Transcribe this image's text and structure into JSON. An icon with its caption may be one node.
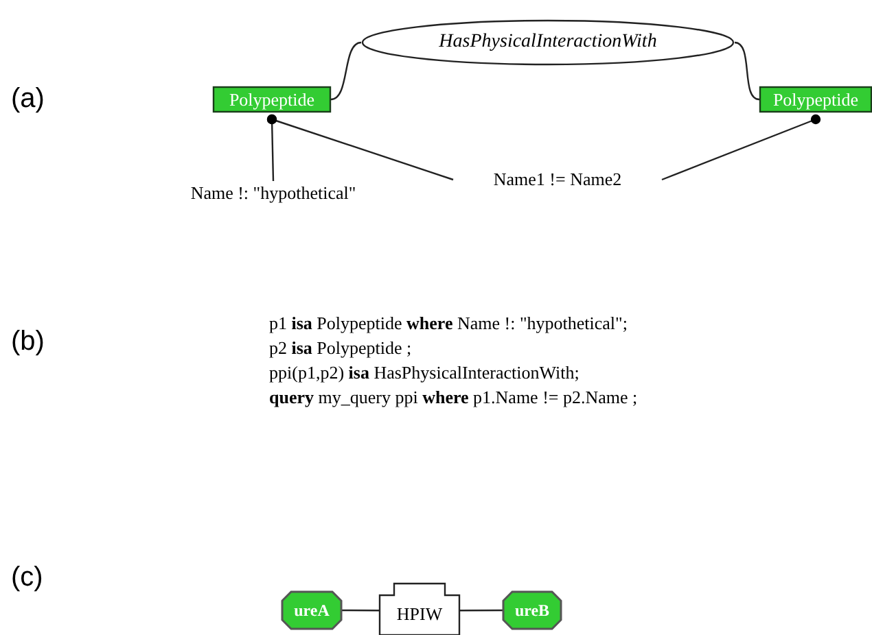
{
  "diagram": {
    "nodes": [
      {
        "text": [
          "Polypeptide"
        ]
      },
      {
        "text": [
          "HasPhysicalInteractionWith"
        ]
      },
      {
        "text": [
          "Polypeptide"
        ]
      },
      {
        "text": [
          "Name !: \"hypothetical\""
        ]
      },
      {
        "text": [
          "Name1  != Name2"
        ]
      },
      {
        "text": [
          "ureA"
        ]
      },
      {
        "text": [
          "HPIW"
        ]
      },
      {
        "text": [
          "ureB"
        ]
      }
    ],
    "edges": [
      {
        "from": 0,
        "to": 1,
        "arrow": "none"
      },
      {
        "from": 1,
        "to": 2,
        "arrow": "none"
      },
      {
        "from": 0,
        "to": 3,
        "arrow": "other"
      },
      {
        "from": 0,
        "to": 4,
        "arrow": "other"
      },
      {
        "from": 2,
        "to": 4,
        "arrow": "other"
      },
      {
        "from": 5,
        "to": 6,
        "arrow": "none"
      },
      {
        "from": 6,
        "to": 7,
        "arrow": "none"
      }
    ],
    "labels": [
      "(a)",
      "(b)",
      "p1 **isa** Polypeptide **where** Name !: \"hypothetical\";",
      "p2 **isa** Polypeptide ;",
      "ppi(p1,p2) **isa** HasPhysicalInteractionWith;",
      "**query** my_query ppi **where**  p1.Name != p2.Name ;",
      "(c)"
    ]
  }
}
